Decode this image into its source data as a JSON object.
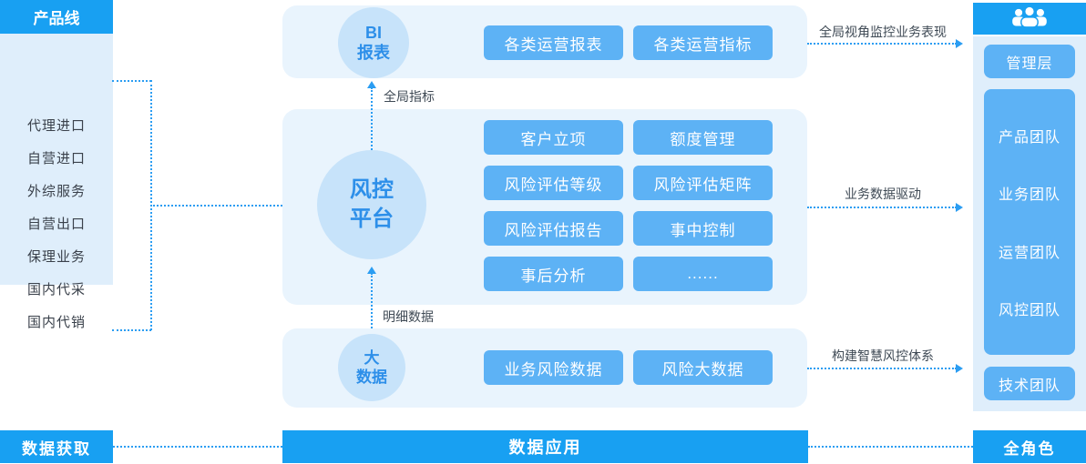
{
  "left_panel": {
    "header": "产品线",
    "items": [
      "代理进口",
      "自营进口",
      "外综服务",
      "自营出口",
      "保理业务",
      "国内代采",
      "国内代销"
    ]
  },
  "bi_panel": {
    "circle_line1": "BI",
    "circle_line2": "报表",
    "buttons": [
      "各类运营报表",
      "各类运营指标"
    ]
  },
  "risk_panel": {
    "circle_line1": "风控",
    "circle_line2": "平台",
    "buttons": [
      "客户立项",
      "额度管理",
      "风险评估等级",
      "风险评估矩阵",
      "风险评估报告",
      "事中控制",
      "事后分析",
      "......"
    ]
  },
  "data_panel": {
    "circle_line1": "大",
    "circle_line2": "数据",
    "buttons": [
      "业务风险数据",
      "风险大数据"
    ]
  },
  "flow_labels": {
    "global_metrics": "全局指标",
    "detail_data": "明细数据",
    "global_view": "全局视角监控业务表现",
    "business_drive": "业务数据驱动",
    "smart_risk": "构建智慧风控体系"
  },
  "right_panel": {
    "icon": "team-group-icon",
    "management": "管理层",
    "teams": [
      "产品团队",
      "业务团队",
      "运营团队",
      "风控团队"
    ],
    "tech": "技术团队"
  },
  "bottom_bars": {
    "left": "数据获取",
    "middle": "数据应用",
    "right": "全角色"
  },
  "colors": {
    "accent_blue": "#18a0f2",
    "button_blue": "#5db2f5",
    "circle_fill": "#c7e3fa",
    "circle_text": "#2d8fe9",
    "panel_light": "#e9f4fd",
    "side_panel_light": "#dfeefb",
    "dotted_line": "#2b9df2",
    "label_text": "#3f4a55"
  }
}
